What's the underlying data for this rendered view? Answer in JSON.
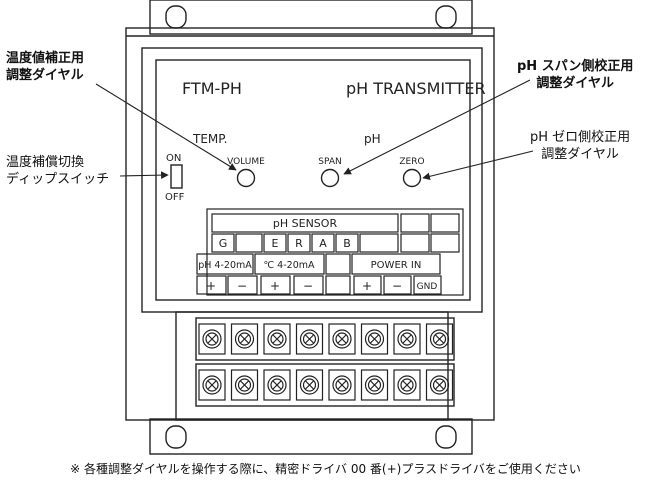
{
  "device": {
    "model": "FTM-PH",
    "product": "pH TRANSMITTER",
    "temp_label": "TEMP.",
    "ph_label": "pH",
    "switch_on": "ON",
    "switch_off": "OFF",
    "knob_volume": "VOLUME",
    "knob_span": "SPAN",
    "knob_zero": "ZERO"
  },
  "terminal_labels": {
    "sensor_header": "pH SENSOR",
    "g": "G",
    "e": "E",
    "r": "R",
    "a": "A",
    "b": "B",
    "ph_out": "pH 4-20mA",
    "temp_out": "℃ 4-20mA",
    "power_in": "POWER IN",
    "plus": "+",
    "minus": "−",
    "gnd": "GND"
  },
  "annotations": {
    "temp_adjust_l1": "温度値補正用",
    "temp_adjust_l2": "調整ダイヤル",
    "span_adjust_l1": "pH スパン側校正用",
    "span_adjust_l2": "調整ダイヤル",
    "zero_adjust_l1": "pH ゼロ側校正用",
    "zero_adjust_l2": "調整ダイヤル",
    "dip_l1": "温度補償切換",
    "dip_l2": "ディップスイッチ"
  },
  "footnote": "※ 各種調整ダイヤルを操作する際に、精密ドライバ 00 番(+)プラスドライバをご使用ください"
}
